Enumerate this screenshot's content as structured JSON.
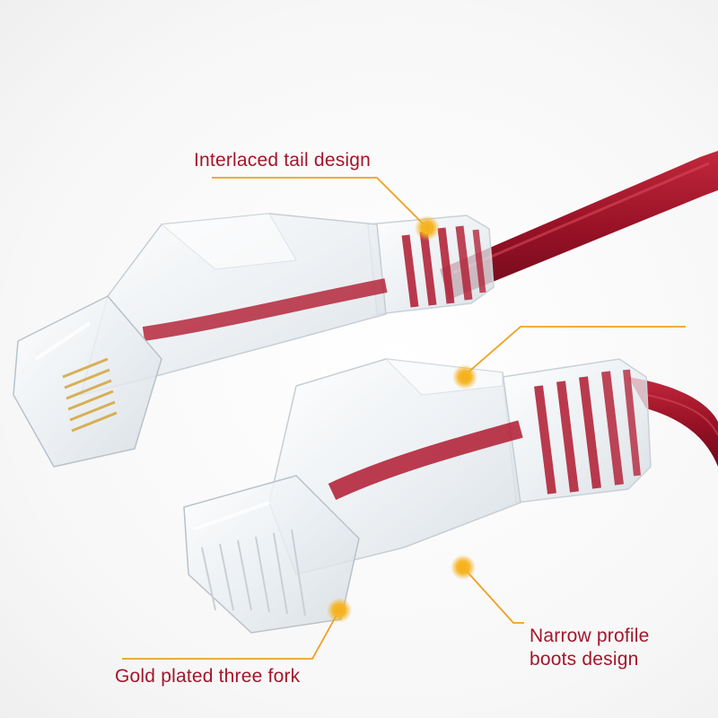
{
  "callouts": {
    "tail": "Interlaced tail design",
    "gold": "Gold plated three fork",
    "boot_line1": "Narrow profile",
    "boot_line2": "boots design"
  },
  "colors": {
    "label_text": "#a3162a",
    "leader_line": "#f0a020",
    "marker": "#f5b21e",
    "cable": "#a0152a"
  }
}
